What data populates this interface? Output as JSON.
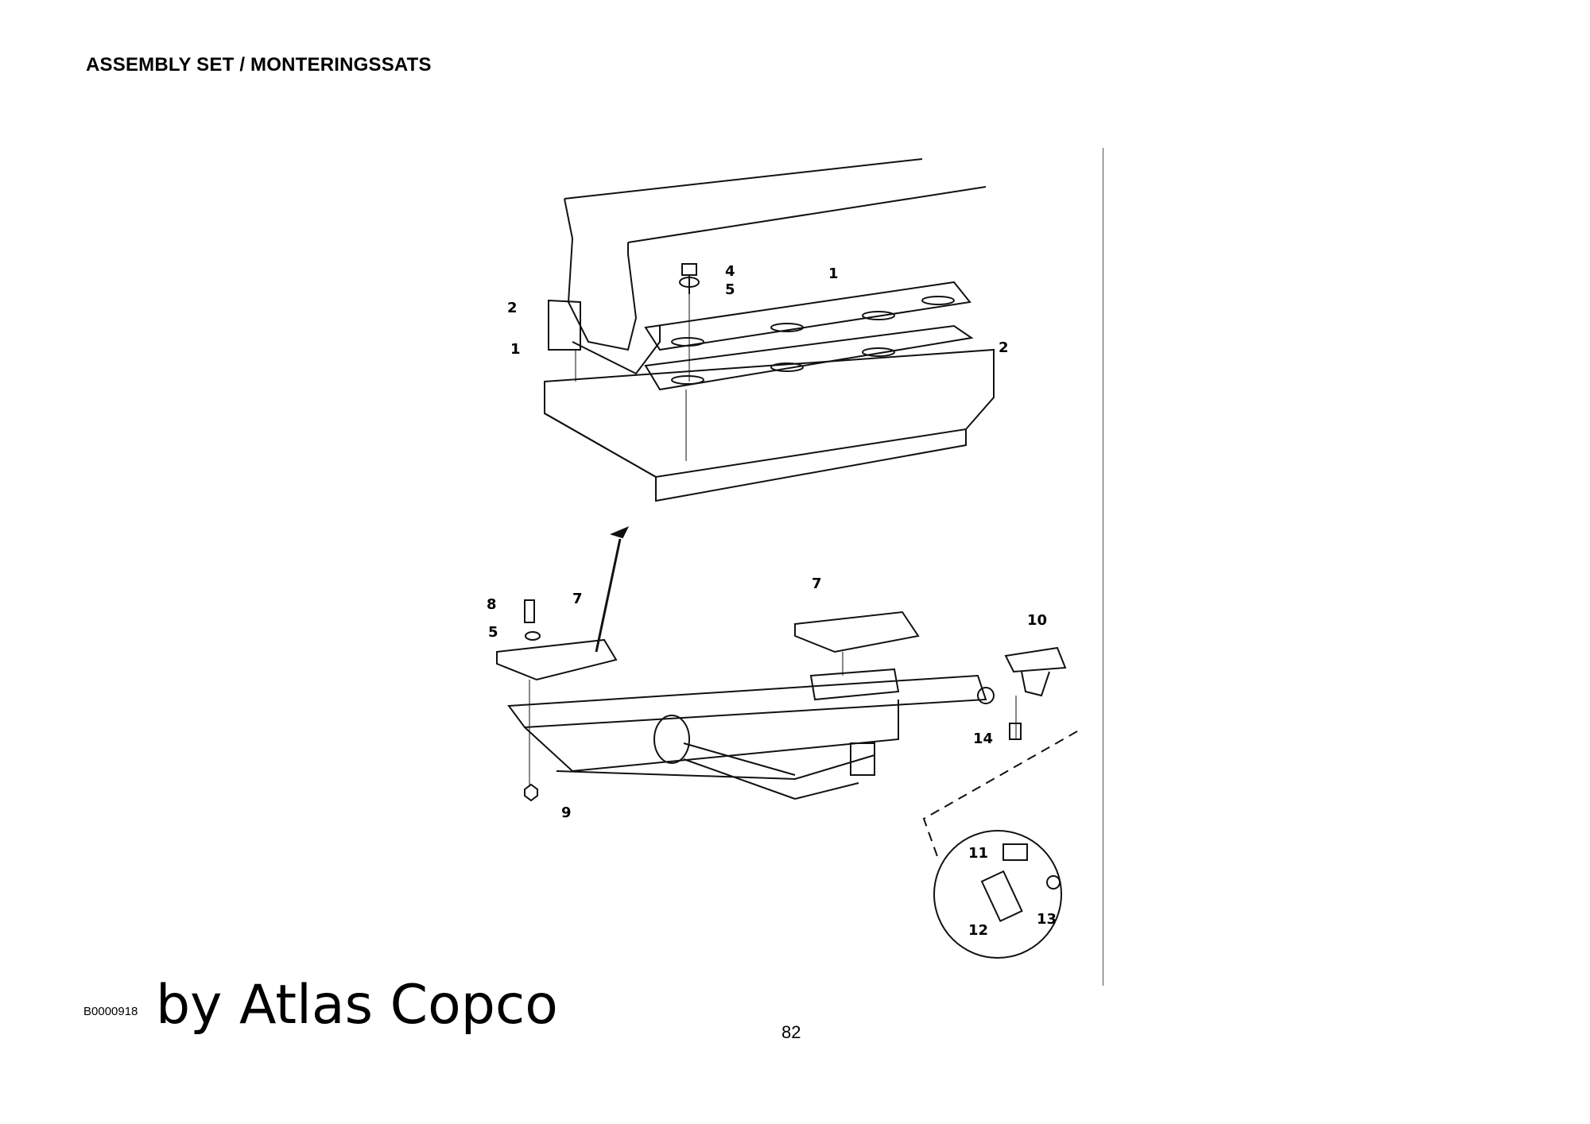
{
  "header": {
    "title": "ASSEMBLY SET / MONTERINGSSATS"
  },
  "footer": {
    "drawing_code": "B0000918",
    "brand_text": "by Atlas Copco",
    "page_number": "82"
  },
  "diagram": {
    "callouts": [
      "4",
      "5",
      "1",
      "2",
      "1",
      "2",
      "8",
      "7",
      "5",
      "7",
      "10",
      "14",
      "9",
      "11",
      "13",
      "12"
    ]
  }
}
